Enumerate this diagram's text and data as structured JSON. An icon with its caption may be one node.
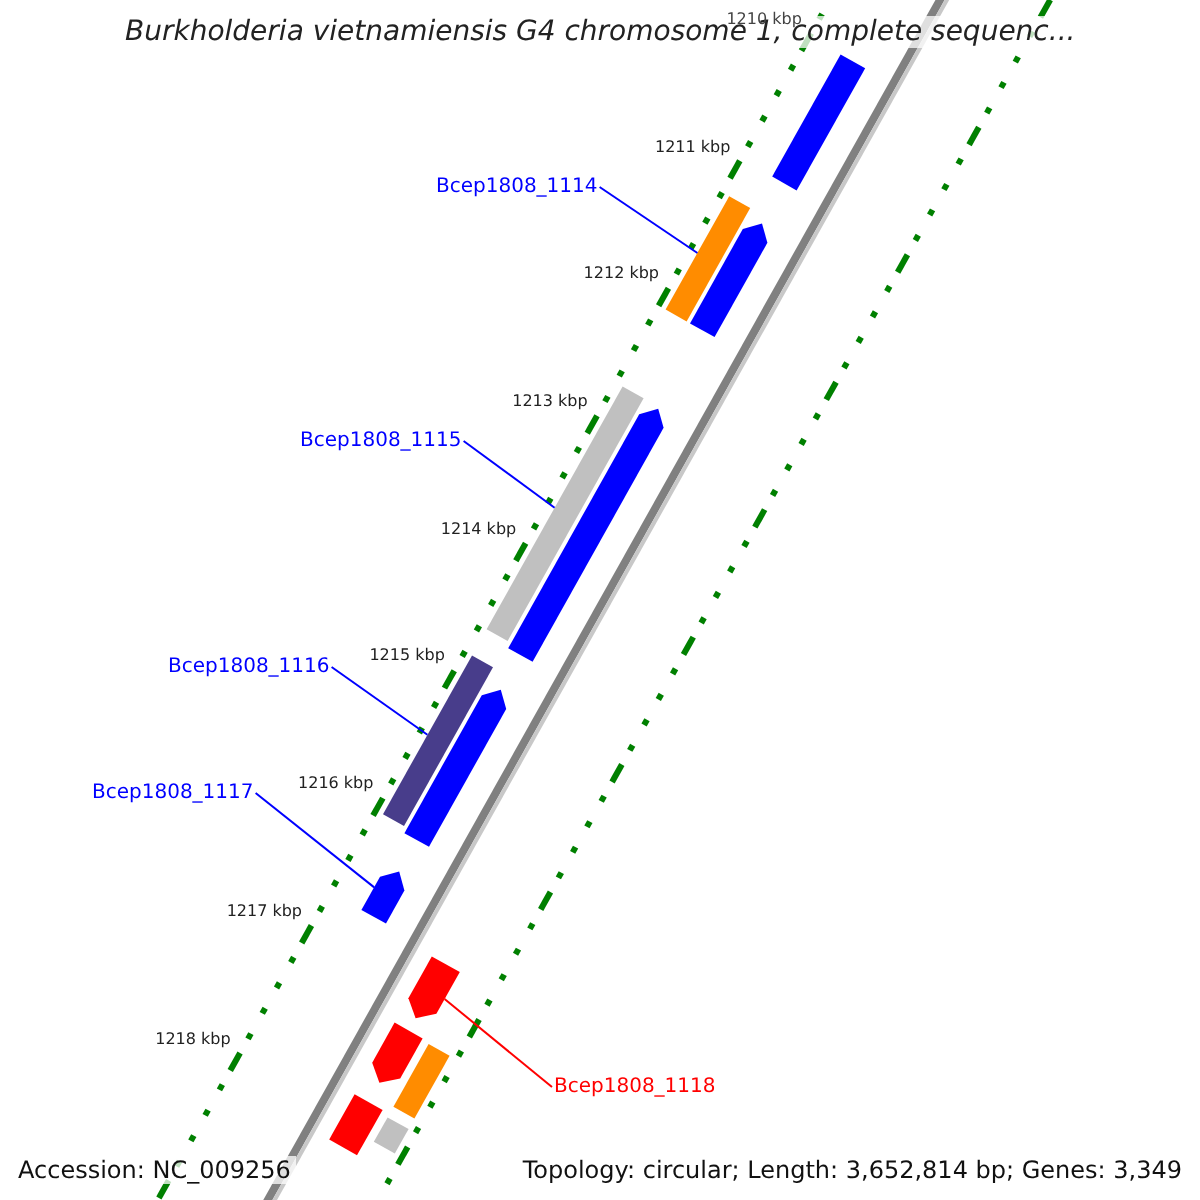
{
  "diagram": {
    "title": "Burkholderia vietnamiensis G4 chromosome 1, complete sequenc...",
    "nodes": [
      {
        "text": [
          "Bcep1808_1114"
        ]
      },
      {
        "text": [],
        "shape": "bar"
      },
      {
        "text": [
          "Bcep1808_1115"
        ]
      },
      {
        "text": [],
        "shape": "bar"
      },
      {
        "text": [
          "Bcep1808_1116"
        ]
      },
      {
        "text": [],
        "shape": "bar"
      },
      {
        "text": [
          "Bcep1808_1117"
        ]
      },
      {
        "text": [],
        "shape": "arrow"
      },
      {
        "text": [],
        "shape": "arrow"
      },
      {
        "text": [
          "Bcep1808_1118"
        ]
      },
      {
        "text": [],
        "shape": "bar"
      },
      {
        "text": [],
        "shape": "arrow"
      },
      {
        "text": [],
        "shape": "arrow"
      },
      {
        "text": [],
        "shape": "arrow"
      },
      {
        "text": [],
        "shape": "arrow"
      },
      {
        "text": [],
        "shape": "bar"
      },
      {
        "text": [],
        "shape": "bar"
      },
      {
        "text": [],
        "shape": "bar"
      }
    ],
    "edges": [
      {
        "from": 0,
        "to": 1,
        "arrow": "none"
      },
      {
        "from": 2,
        "to": 3,
        "arrow": "none"
      },
      {
        "from": 4,
        "to": 5,
        "arrow": "none"
      },
      {
        "from": 6,
        "to": 7,
        "arrow": "none"
      },
      {
        "from": 9,
        "to": 8,
        "arrow": "none",
        "color": "#ff0000"
      }
    ],
    "labels": [
      "1210 kbp",
      "1211 kbp",
      "1212 kbp",
      "1213 kbp",
      "1214 kbp",
      "1215 kbp",
      "1216 kbp",
      "1217 kbp",
      "1218 kbp",
      "Accession: NC_009256",
      "Topology: circular; Length: 3,652,814 bp; Genes: 3,349"
    ]
  }
}
